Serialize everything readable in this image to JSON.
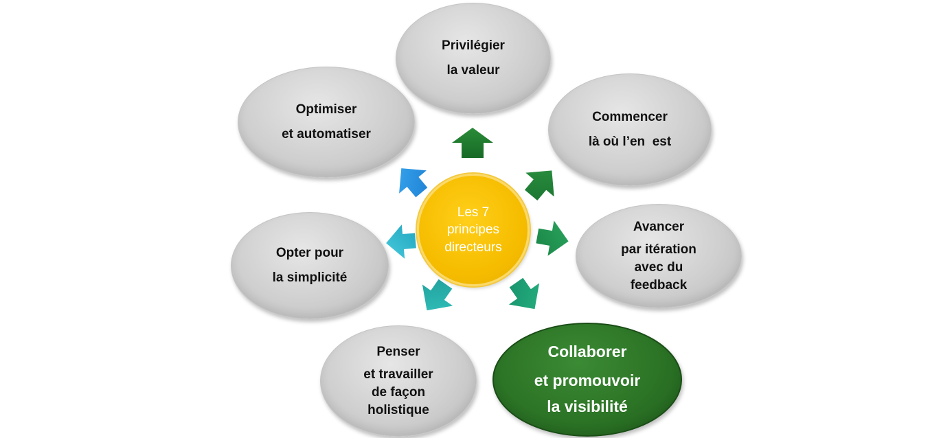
{
  "center": {
    "lines": [
      "Les 7",
      "principes",
      "directeurs"
    ],
    "color": "#f6bd00"
  },
  "principles": [
    {
      "id": "privilegier",
      "lines": [
        "Privilégier",
        "la valeur"
      ]
    },
    {
      "id": "commencer",
      "lines": [
        "Commencer",
        "là où l’en  est"
      ]
    },
    {
      "id": "avancer",
      "lines": [
        "Avancer",
        "par itération",
        "avec du",
        "feedback"
      ]
    },
    {
      "id": "collaborer",
      "lines": [
        "Collaborer",
        "et promouvoir",
        "la visibilité"
      ],
      "highlighted": true,
      "color": "#2c7426"
    },
    {
      "id": "penser",
      "lines": [
        "Penser",
        "et travailler",
        "de façon",
        "holistique"
      ]
    },
    {
      "id": "opter",
      "lines": [
        "Opter pour",
        "la simplicité"
      ]
    },
    {
      "id": "optimiser",
      "lines": [
        "Optimiser",
        "et automatiser"
      ]
    }
  ],
  "arrow_colors": [
    "#1e7a2e",
    "#238a3a",
    "#1f9a55",
    "#1aa37a",
    "#22b3b0",
    "#2ab8d0",
    "#1e8fe0"
  ]
}
